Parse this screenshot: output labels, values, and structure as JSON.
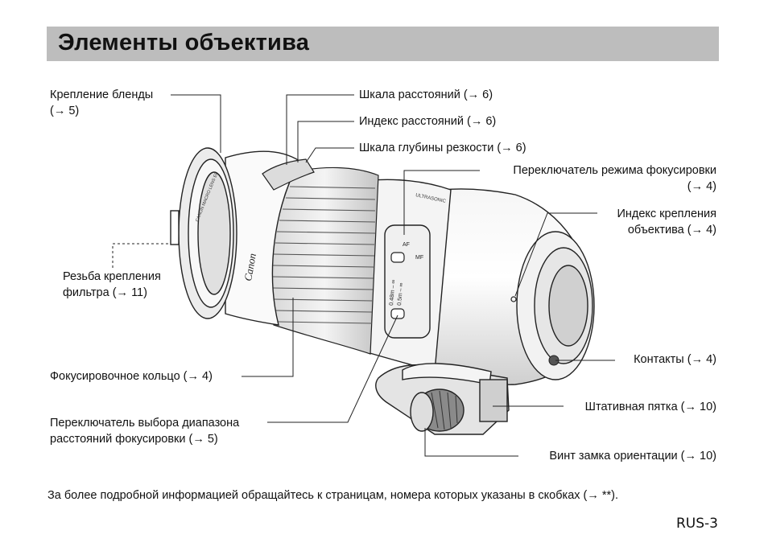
{
  "header": {
    "title": "Элементы объектива"
  },
  "labels": {
    "hood_mount_line1": "Крепление бленды",
    "hood_mount_line2": "(→ 5)",
    "distance_scale": "Шкала расстояний (→ 6)",
    "distance_index": "Индекс расстояний (→ 6)",
    "dof_scale": "Шкала глубины резкости (→ 6)",
    "focus_mode_switch_line1": "Переключатель режима фокусировки",
    "focus_mode_switch_line2": "(→ 4)",
    "mount_index_line1": "Индекс крепления",
    "mount_index_line2": "объектива (→ 4)",
    "filter_thread_line1": "Резьба крепления",
    "filter_thread_line2": "фильтра (→ 11)",
    "focus_ring": "Фокусировочное кольцо (→ 4)",
    "contacts": "Контакты (→ 4)",
    "range_switch_line1": "Переключатель выбора диапазона",
    "range_switch_line2": "расстояний фокусировки (→ 5)",
    "tripod_foot": "Штативная пятка (→ 10)",
    "orientation_knob": "Винт замка ориентации (→ 10)"
  },
  "lens_markings": {
    "brand": "Canon",
    "ring_text": "CANON MACRO LENS EF",
    "switch_af": "AF",
    "switch_mf": "MF",
    "range_1": "0.48m – ∞",
    "range_2": "0.5m – ∞",
    "ultrasonic": "ULTRASONIC"
  },
  "footer": {
    "note": "За более подробной информацией обращайтесь к страницам, номера которых указаны в скобках (→ **).",
    "page_number": "RUS-3"
  }
}
